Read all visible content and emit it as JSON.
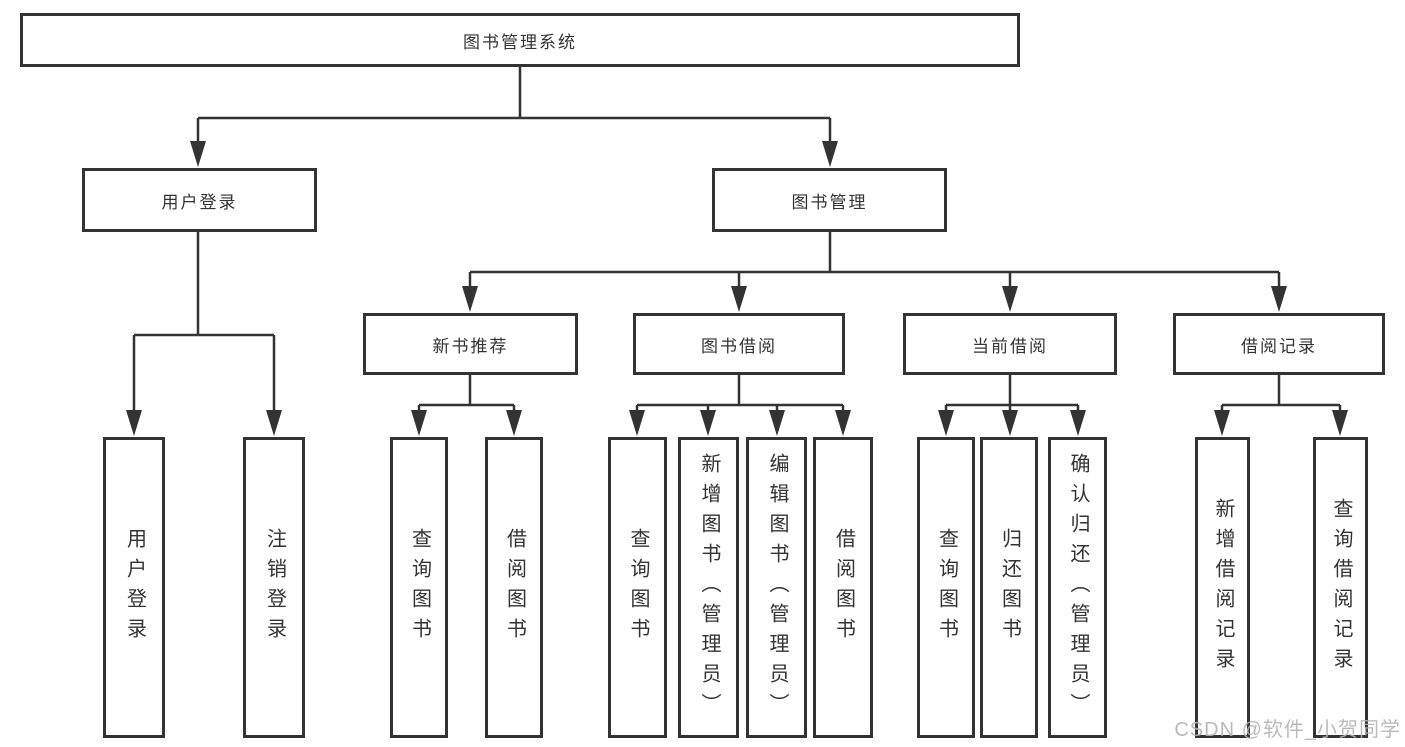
{
  "diagram": {
    "root": "图书管理系统",
    "level2": [
      "用户登录",
      "图书管理"
    ],
    "level3": [
      "新书推荐",
      "图书借阅",
      "当前借阅",
      "借阅记录"
    ],
    "leaves": {
      "user": [
        "用户登录",
        "注销登录"
      ],
      "recommend": [
        "查询图书",
        "借阅图书"
      ],
      "borrow": [
        "查询图书",
        "新增图书（管理员）",
        "编辑图书（管理员）",
        "借阅图书"
      ],
      "current": [
        "查询图书",
        "归还图书",
        "确认归还（管理员）"
      ],
      "records": [
        "新增借阅记录",
        "查询借阅记录"
      ]
    }
  },
  "watermark": {
    "text": "CSDN @软件_小贺同学"
  },
  "colors": {
    "line": "#333333",
    "text": "#333333",
    "background": "#ffffff",
    "watermark": "#b3b3b3"
  }
}
